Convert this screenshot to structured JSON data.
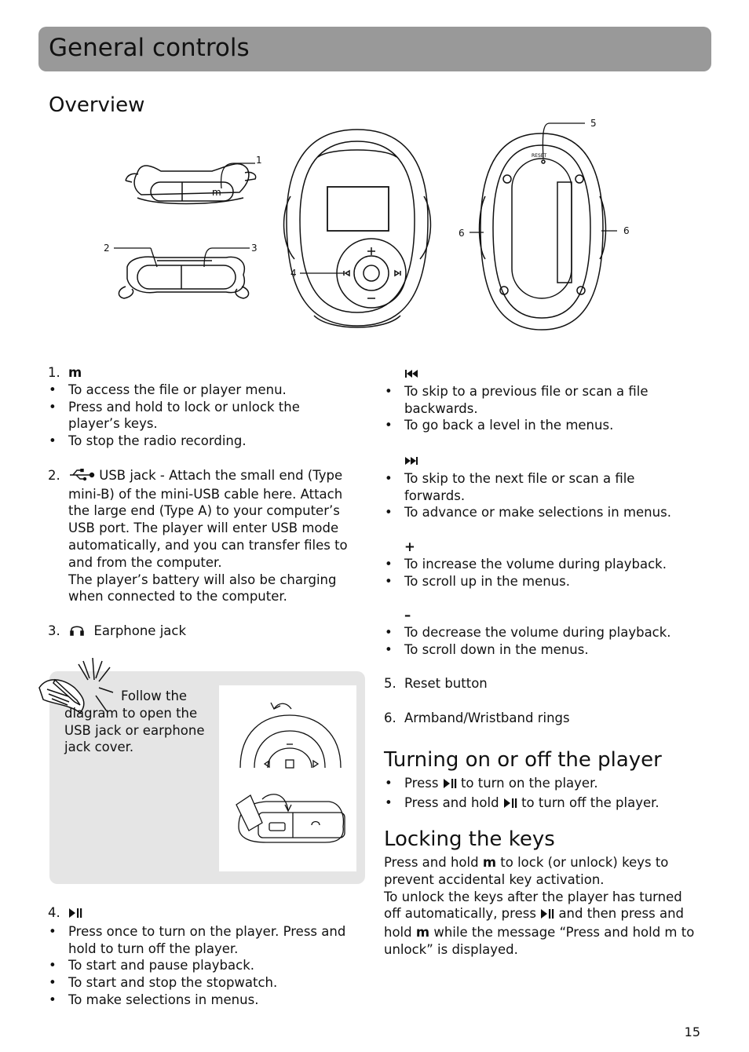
{
  "header": {
    "title": "General controls"
  },
  "overview": {
    "heading": "Overview",
    "callouts": [
      "1",
      "2",
      "3",
      "4",
      "5",
      "6",
      "6"
    ],
    "device_labels": {
      "reset": "RESET",
      "m_key": "m"
    }
  },
  "items": {
    "item1": {
      "number": "1.",
      "key": "m",
      "bullets": [
        "To access the file or player menu.",
        "Press and hold to lock or unlock the player’s keys.",
        "To stop the radio recording."
      ]
    },
    "item2": {
      "number": "2.",
      "icon": "usb-icon",
      "text": "USB jack - Attach the small end (Type mini-B) of the mini-USB cable here. Attach the large end (Type A) to your computer’s USB port. The player will enter USB mode automatically, and you can transfer files to and from the computer.",
      "text2": "The player’s battery will also be charging when connected to the computer."
    },
    "item3": {
      "number": "3.",
      "icon": "headphones-icon",
      "text": "Earphone jack"
    },
    "item4": {
      "number": "4.",
      "icon": "play-pause-icon",
      "bullets": [
        "Press once to turn on the player. Press and hold to turn off the player.",
        "To start and pause playback.",
        "To start and stop the stopwatch.",
        "To make selections in menus."
      ]
    },
    "prev": {
      "icon": "previous-icon",
      "bullets": [
        "To skip to a previous file or scan a file backwards.",
        "To go back a level in the menus."
      ]
    },
    "next": {
      "icon": "next-icon",
      "bullets": [
        "To skip to the next file or scan a file forwards.",
        "To advance or make selections in menus."
      ]
    },
    "plus": {
      "key": "+",
      "bullets": [
        "To increase the volume during playback.",
        "To scroll up in the menus."
      ]
    },
    "minus": {
      "key": "–",
      "bullets": [
        "To decrease the volume during playback.",
        "To scroll down in the menus."
      ]
    },
    "item5": {
      "number": "5.",
      "text": "Reset button"
    },
    "item6": {
      "number": "6.",
      "text": "Armband/Wristband rings"
    }
  },
  "note": {
    "icon": "note-pen-icon",
    "text": "Follow the diagram to open the USB jack or earphone jack cover."
  },
  "turning": {
    "heading": "Turning on or off the player",
    "b1_pre": "Press",
    "b1_post": "to turn on the player.",
    "b2_pre": "Press and hold",
    "b2_post": "to turn off the player."
  },
  "locking": {
    "heading": "Locking the keys",
    "p1_pre": "Press and hold",
    "p1_key": "m",
    "p1_post": "to lock (or unlock) keys to prevent accidental key activation.",
    "p2_pre": "To unlock the keys after the player has turned off automatically, press",
    "p2_mid": "and then press and hold",
    "p2_key": "m",
    "p2_post": "while the message “Press and hold m to unlock” is displayed."
  },
  "page_number": "15"
}
